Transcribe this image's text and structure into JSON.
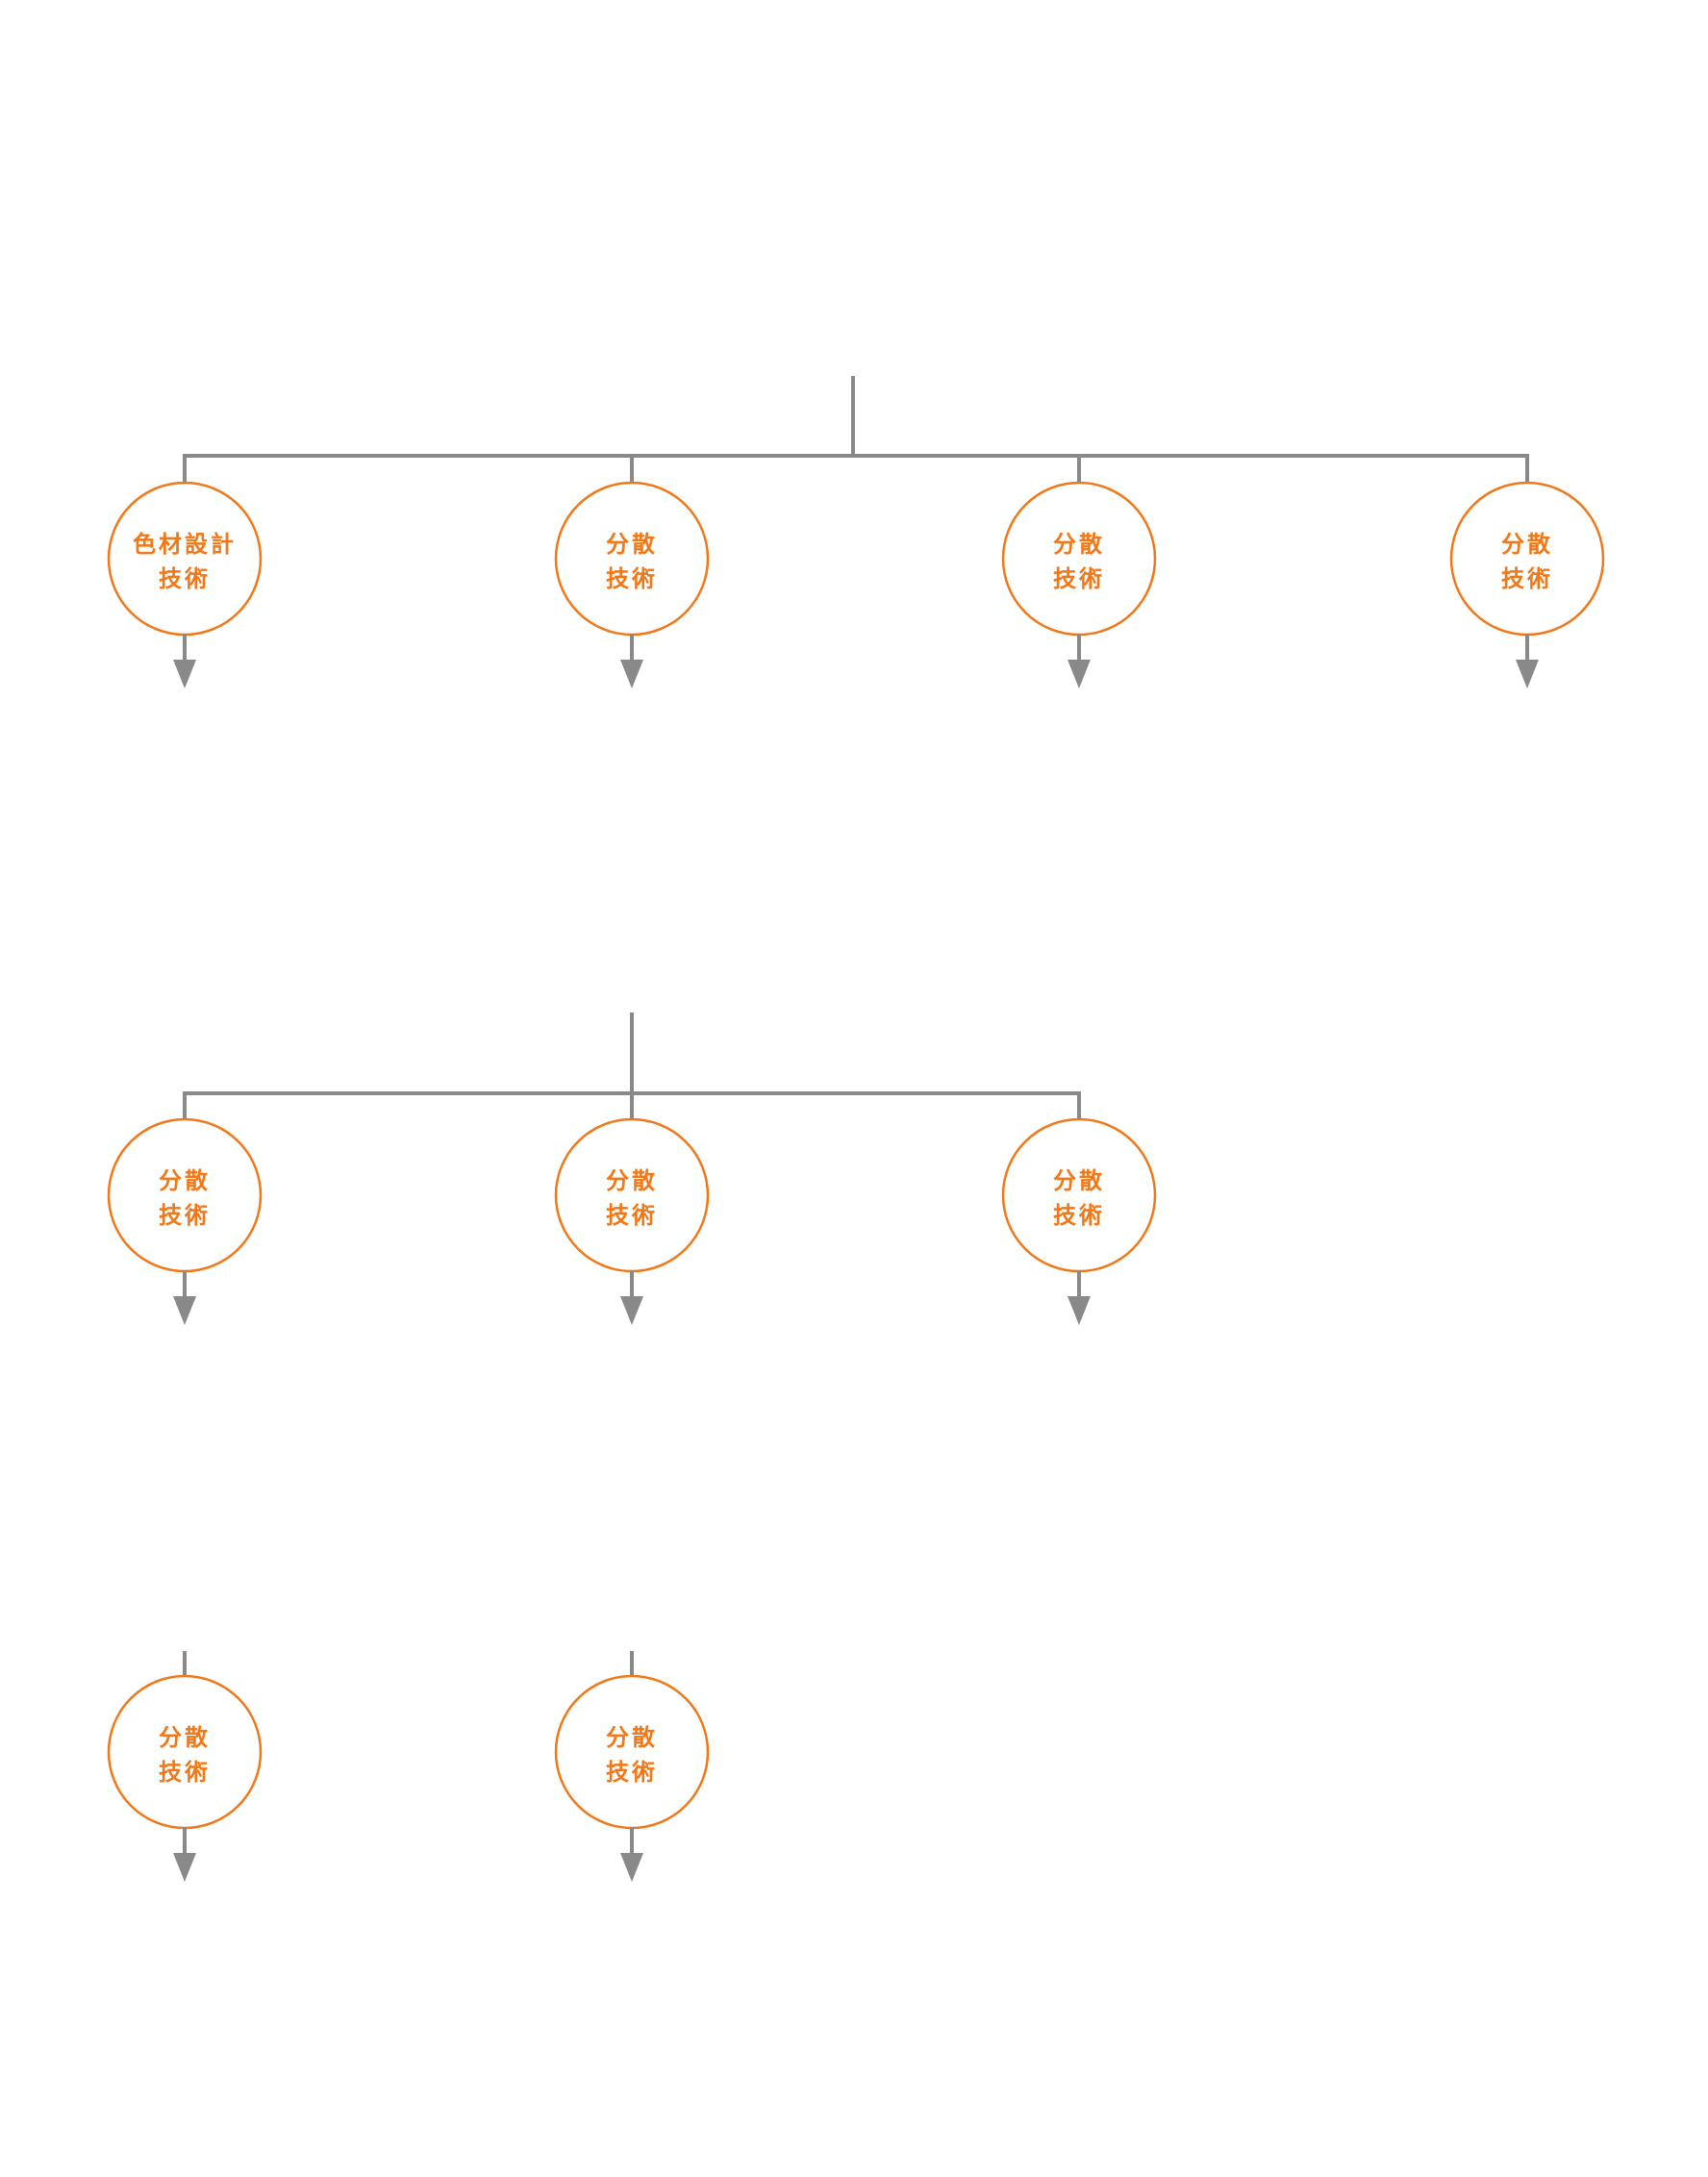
{
  "colors": {
    "accent": "#f07818",
    "line": "#898989",
    "background": "#ffffff"
  },
  "groups": [
    {
      "nodes": [
        {
          "lines": [
            "色材設計",
            "技術"
          ]
        },
        {
          "lines": [
            "分散",
            "技術"
          ]
        },
        {
          "lines": [
            "分散",
            "技術"
          ]
        },
        {
          "lines": [
            "分散",
            "技術"
          ]
        }
      ]
    },
    {
      "nodes": [
        {
          "lines": [
            "分散",
            "技術"
          ]
        },
        {
          "lines": [
            "分散",
            "技術"
          ]
        },
        {
          "lines": [
            "分散",
            "技術"
          ]
        }
      ]
    },
    {
      "nodes": [
        {
          "lines": [
            "分散",
            "技術"
          ]
        },
        {
          "lines": [
            "分散",
            "技術"
          ]
        }
      ]
    }
  ]
}
